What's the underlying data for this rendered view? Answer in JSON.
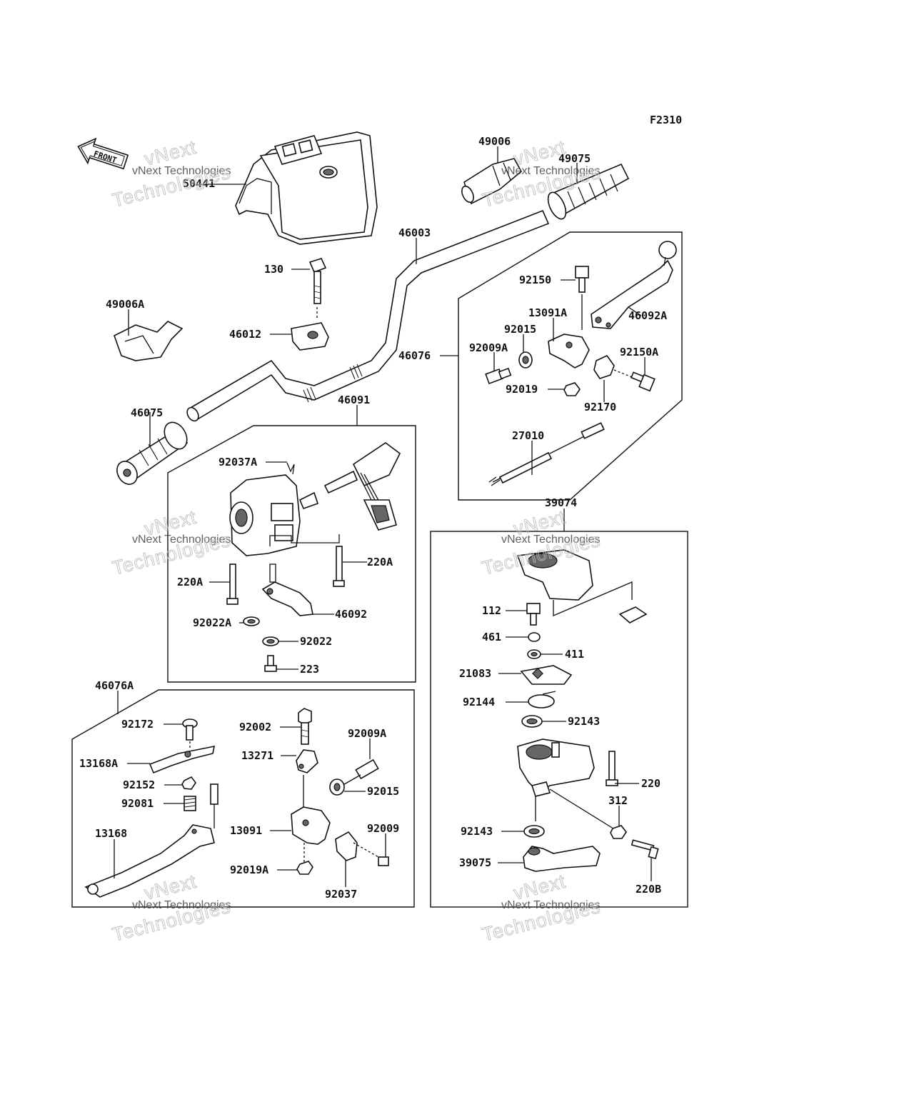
{
  "diagram_id": "F2310",
  "front_marker": "FRONT",
  "watermark": {
    "line1": "vNext Technologies",
    "line2": "Technologies",
    "line3": "vNext"
  },
  "parts": [
    "50441",
    "49006",
    "49075",
    "46003",
    "130",
    "46012",
    "49006A",
    "46075",
    "92150",
    "46092A",
    "13091A",
    "92015",
    "46076",
    "92009A",
    "92150A",
    "92019",
    "92170",
    "27010",
    "46091",
    "92037A",
    "220A",
    "220A",
    "46092",
    "92022A",
    "92022",
    "223",
    "39074",
    "112",
    "461",
    "411",
    "21083",
    "92144",
    "92143",
    "220",
    "312",
    "92143",
    "39075",
    "220B",
    "46076A",
    "92172",
    "13168A",
    "92152",
    "92081",
    "13168",
    "92002",
    "92009A",
    "13271",
    "92015",
    "13091",
    "92009",
    "92019A",
    "92037"
  ]
}
